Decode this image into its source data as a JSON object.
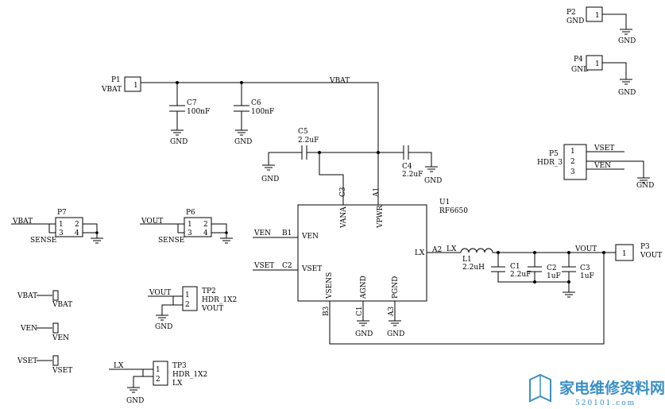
{
  "connectors": {
    "p1": {
      "ref": "P1",
      "net": "VBAT",
      "pin": "1"
    },
    "p2": {
      "ref": "P2",
      "net": "GND",
      "pin": "1"
    },
    "p4": {
      "ref": "P4",
      "net": "GND",
      "pin": "1"
    },
    "p5": {
      "ref": "P5",
      "type": "HDR_3",
      "pins": [
        "1",
        "2",
        "3"
      ],
      "nets": [
        "VSET",
        "VEN"
      ]
    },
    "p3": {
      "ref": "P3",
      "net": "VOUT",
      "pin": "1"
    },
    "p7": {
      "ref": "P7",
      "pins": [
        "1",
        "2",
        "3",
        "4"
      ],
      "net": "VBAT",
      "sense": "SENSE"
    },
    "p6": {
      "ref": "P6",
      "pins": [
        "1",
        "2",
        "3",
        "4"
      ],
      "net": "VOUT",
      "sense": "SENSE"
    },
    "tp2": {
      "ref": "TP2",
      "type": "HDR_1X2",
      "net": "VOUT",
      "pins": [
        "1",
        "2"
      ],
      "gnd": "GND"
    },
    "tp3": {
      "ref": "TP3",
      "type": "HDR_1X2",
      "net": "LX",
      "pins": [
        "1",
        "2"
      ],
      "gnd": "GND"
    }
  },
  "test_points": [
    {
      "net_in": "VBAT",
      "net_out": "VBAT"
    },
    {
      "net_in": "VEN",
      "net_out": "VEN"
    },
    {
      "net_in": "VSET",
      "net_out": "VSET"
    }
  ],
  "capacitors": {
    "c7": {
      "ref": "C7",
      "value": "100nF"
    },
    "c6": {
      "ref": "C6",
      "value": "100nF"
    },
    "c5": {
      "ref": "C5",
      "value": "2.2uF"
    },
    "c4": {
      "ref": "C4",
      "value": "2.2uF"
    },
    "c1": {
      "ref": "C1",
      "value": "2.2uF"
    },
    "c2": {
      "ref": "C2",
      "value": "1uF"
    },
    "c3": {
      "ref": "C3",
      "value": "1uF"
    }
  },
  "inductor": {
    "ref": "L1",
    "value": "2.2uH"
  },
  "ic": {
    "ref": "U1",
    "part": "RF6650",
    "pins": {
      "vana": {
        "name": "VANA",
        "num": "C3"
      },
      "vpwr": {
        "name": "VPWR",
        "num": "A1"
      },
      "ven": {
        "name": "VEN",
        "num": "B1"
      },
      "vset": {
        "name": "VSET",
        "num": "C2"
      },
      "lx": {
        "name": "LX",
        "num": "A2"
      },
      "vsens": {
        "name": "VSENS",
        "num": "B3"
      },
      "agnd": {
        "name": "AGND",
        "num": "C1"
      },
      "pgnd": {
        "name": "PGND",
        "num": "A3"
      }
    }
  },
  "nets": {
    "vbat": "VBAT",
    "vout": "VOUT",
    "lx": "LX",
    "ven": "VEN",
    "vset": "VSET",
    "gnd": "GND"
  },
  "watermark": {
    "text": "家电维修资料网",
    "url": "520101.com"
  },
  "colors": {
    "line": "#000000",
    "watermark": "#3a8fc7"
  }
}
